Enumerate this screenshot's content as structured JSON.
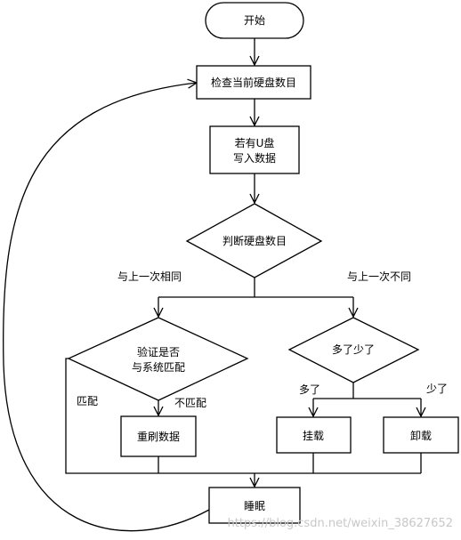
{
  "nodes": {
    "start": "开始",
    "check": "检查当前硬盘数目",
    "write_line1": "若有U盘",
    "write_line2": "写入数据",
    "judge": "判断硬盘数目",
    "verify_line1": "验证是否",
    "verify_line2": "与系统匹配",
    "refresh": "重刷数据",
    "more_less": "多了少了",
    "mount": "挂载",
    "unmount": "卸载",
    "sleep": "睡眠"
  },
  "edges": {
    "same": "与上一次相同",
    "different": "与上一次不同",
    "match": "匹配",
    "no_match": "不匹配",
    "more": "多了",
    "less": "少了"
  },
  "watermark": "https://blog.csdn.net/weixin_38627652"
}
